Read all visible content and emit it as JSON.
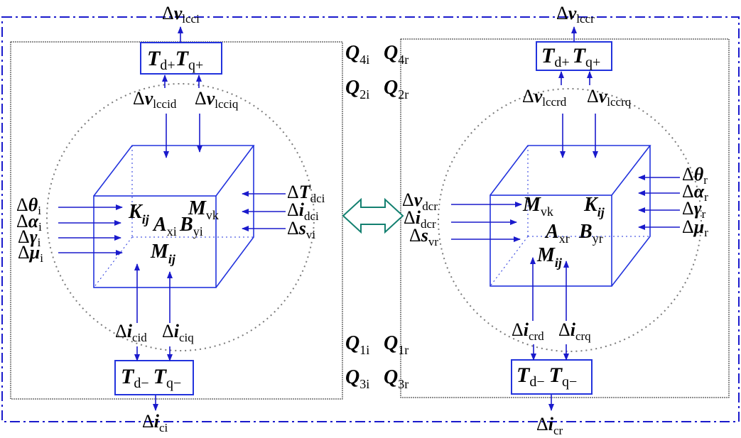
{
  "colors": {
    "frame": "#1a1acc",
    "arrow": "#1a1acc",
    "cube": "#2233dd",
    "text": "#000000",
    "circle": "#7a7a7a",
    "bi_arrow": "#138070"
  },
  "top": {
    "left_out": {
      "d": "Δ",
      "v": "v",
      "sub": "lcci"
    },
    "right_out": {
      "d": "Δ",
      "v": "v",
      "sub": "lccr"
    }
  },
  "bottom": {
    "left_out": {
      "d": "Δ",
      "v": "i",
      "sub": "ci"
    },
    "right_out": {
      "d": "Δ",
      "v": "i",
      "sub": "cr"
    }
  },
  "left": {
    "tbox_top": {
      "t1": "T",
      "s1": "d+",
      "t2": "T",
      "s2": "q+"
    },
    "tbox_bottom": {
      "t1": "T",
      "s1": "d−",
      "t2": "T",
      "s2": "q−"
    },
    "top_inputs": [
      {
        "d": "Δ",
        "v": "v",
        "sub": "lccid"
      },
      {
        "d": "Δ",
        "v": "v",
        "sub": "lcciq"
      }
    ],
    "bottom_inputs": [
      {
        "d": "Δ",
        "v": "i",
        "sub": "cid"
      },
      {
        "d": "Δ",
        "v": "i",
        "sub": "ciq"
      }
    ],
    "left_inputs": [
      {
        "d": "Δ",
        "v": "θ",
        "sub": "i"
      },
      {
        "d": "Δ",
        "v": "α",
        "sub": "i"
      },
      {
        "d": "Δ",
        "v": "γ",
        "sub": "i"
      },
      {
        "d": "Δ",
        "v": "μ",
        "sub": "i"
      }
    ],
    "right_inputs": [
      {
        "d": "Δ",
        "v": "T",
        "sub": "dci"
      },
      {
        "d": "Δ",
        "v": "i",
        "sub": "dci"
      },
      {
        "d": "Δ",
        "v": "s",
        "sub": "vi"
      }
    ],
    "matrices": {
      "k": {
        "v": "K",
        "sub": "ij"
      },
      "mv": {
        "v": "M",
        "sub": "vk"
      },
      "a": {
        "v": "A",
        "sub": "xi"
      },
      "b": {
        "v": "B",
        "sub": "yi"
      },
      "mij": {
        "v": "M",
        "sub": "ij"
      }
    }
  },
  "right": {
    "tbox_top": {
      "t1": "T",
      "s1": "d+",
      "t2": "T",
      "s2": "q+"
    },
    "tbox_bottom": {
      "t1": "T",
      "s1": "d−",
      "t2": "T",
      "s2": "q−"
    },
    "top_inputs": [
      {
        "d": "Δ",
        "v": "v",
        "sub": "lccrd"
      },
      {
        "d": "Δ",
        "v": "v",
        "sub": "lccrq"
      }
    ],
    "bottom_inputs": [
      {
        "d": "Δ",
        "v": "i",
        "sub": "crd"
      },
      {
        "d": "Δ",
        "v": "i",
        "sub": "crq"
      }
    ],
    "left_inputs": [
      {
        "d": "Δ",
        "v": "v",
        "sub": "dcr"
      },
      {
        "d": "Δ",
        "v": "i",
        "sub": "dcr"
      },
      {
        "d": "Δ",
        "v": "s",
        "sub": "vr"
      }
    ],
    "right_inputs": [
      {
        "d": "Δ",
        "v": "θ",
        "sub": "r"
      },
      {
        "d": "Δ",
        "v": "α",
        "sub": "r"
      },
      {
        "d": "Δ",
        "v": "γ",
        "sub": "r"
      },
      {
        "d": "Δ",
        "v": "μ",
        "sub": "r"
      }
    ],
    "matrices": {
      "mv": {
        "v": "M",
        "sub": "vk"
      },
      "k": {
        "v": "K",
        "sub": "ij"
      },
      "a": {
        "v": "A",
        "sub": "xr"
      },
      "b": {
        "v": "B",
        "sub": "yr"
      },
      "mij": {
        "v": "M",
        "sub": "ij"
      }
    }
  },
  "quadrants": {
    "q4i": {
      "v": "Q",
      "sub": "4i"
    },
    "q4r": {
      "v": "Q",
      "sub": "4r"
    },
    "q2i": {
      "v": "Q",
      "sub": "2i"
    },
    "q2r": {
      "v": "Q",
      "sub": "2r"
    },
    "q1i": {
      "v": "Q",
      "sub": "1i"
    },
    "q1r": {
      "v": "Q",
      "sub": "1r"
    },
    "q3i": {
      "v": "Q",
      "sub": "3i"
    },
    "q3r": {
      "v": "Q",
      "sub": "3r"
    }
  }
}
